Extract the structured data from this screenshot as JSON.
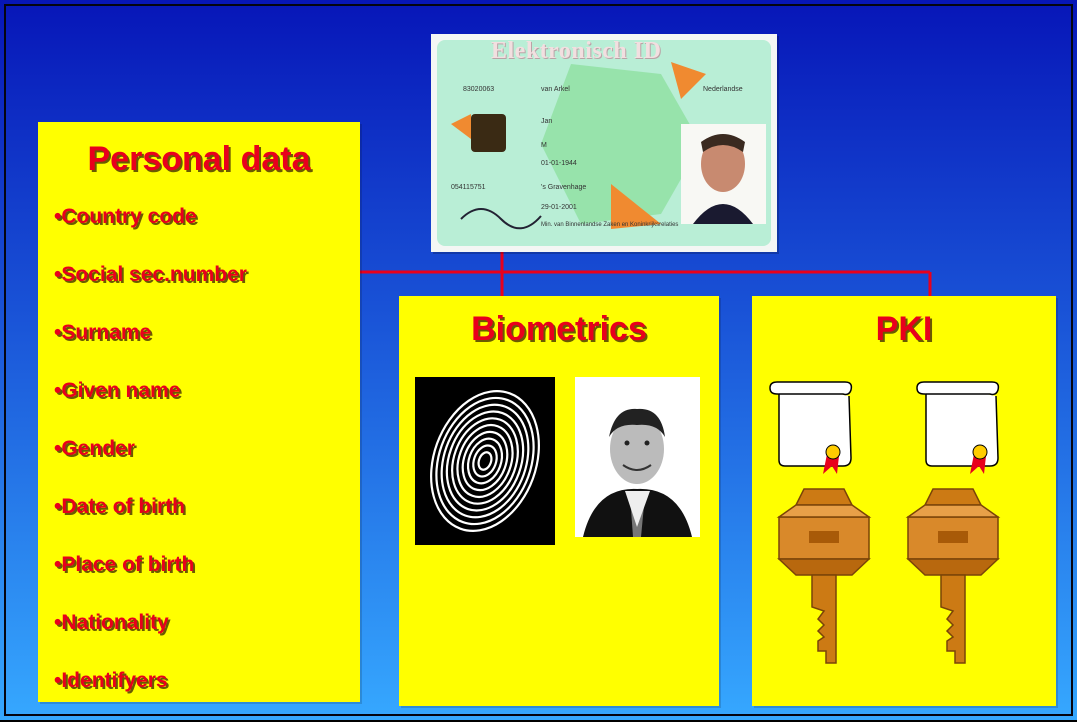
{
  "card": {
    "title": "Elektronisch ID",
    "fields": [
      "83020063",
      "van Arkel",
      "Nederlandse",
      "Jan",
      "M",
      "01-01-1944",
      "054115751",
      "'s Gravenhage",
      "29-01-2001",
      "Min. van Binnenlandse Zaken en Koninkrijksrelaties"
    ]
  },
  "personal": {
    "title": "Personal data",
    "items": [
      "•Country code",
      "•Social sec.number",
      "•Surname",
      "•Given name",
      "•Gender",
      "•Date of birth",
      "•Place of birth",
      "•Nationality",
      "•Identifyers"
    ]
  },
  "biometrics": {
    "title": "Biometrics"
  },
  "pki": {
    "title": "PKI"
  },
  "colors": {
    "background_top": "#0716b8",
    "background_bottom": "#36a8ff",
    "panel": "#ffff00",
    "text": "#e8001c",
    "connector": "#e8001c",
    "key": "#cc7a14"
  }
}
